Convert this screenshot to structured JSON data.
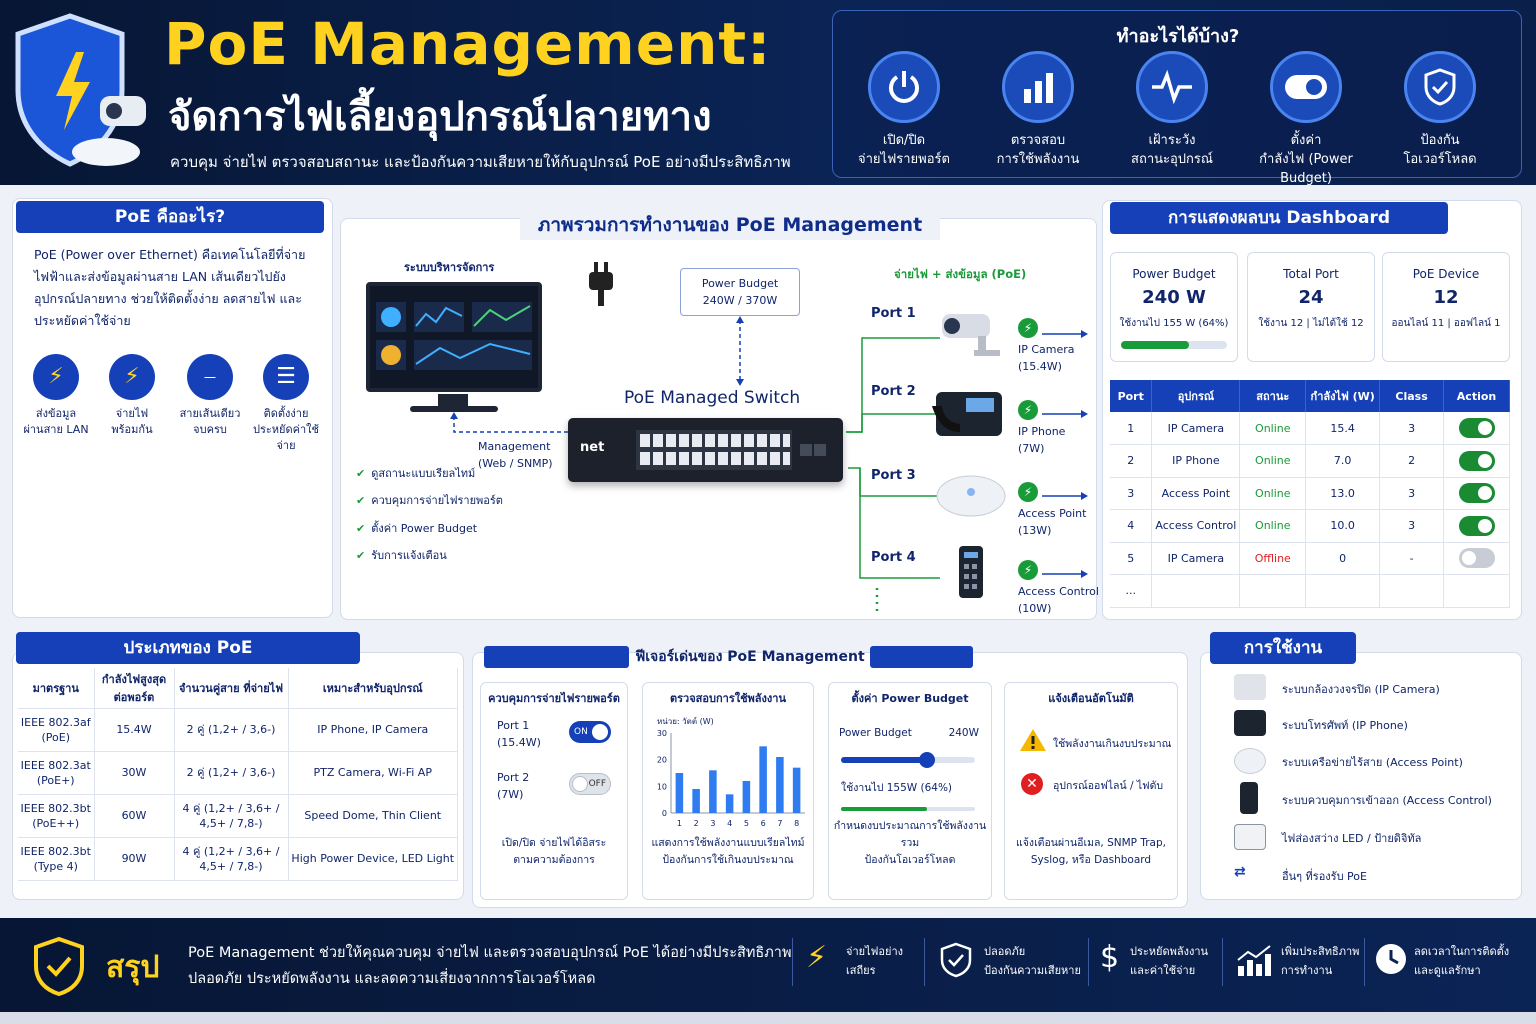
{
  "header": {
    "title": "PoE Management:",
    "subtitle": "จัดการไฟเลี้ยงอุปกรณ์ปลายทาง",
    "description": "ควบคุม จ่ายไฟ ตรวจสอบสถานะ และป้องกันความเสียหายให้กับอุปกรณ์ PoE อย่างมีประสิทธิภาพ",
    "capabilities_title": "ทำอะไรได้บ้าง?",
    "capabilities": [
      {
        "line1": "เปิด/ปิด",
        "line2": "จ่ายไฟรายพอร์ต",
        "icon": "power-icon"
      },
      {
        "line1": "ตรวจสอบ",
        "line2": "การใช้พลังงาน",
        "icon": "bar-chart-icon"
      },
      {
        "line1": "เฝ้าระวัง",
        "line2": "สถานะอุปกรณ์",
        "icon": "pulse-icon"
      },
      {
        "line1": "ตั้งค่า",
        "line2": "กำลังไฟ (Power Budget)",
        "icon": "toggle-icon"
      },
      {
        "line1": "ป้องกัน",
        "line2": "โอเวอร์โหลด",
        "icon": "shield-check-icon"
      }
    ]
  },
  "what": {
    "title": "PoE คืออะไร?",
    "text": "PoE (Power over Ethernet) คือเทคโนโลยีที่จ่ายไฟฟ้าและส่งข้อมูลผ่านสาย LAN เส้นเดียวไปยังอุปกรณ์ปลายทาง ช่วยให้ติดตั้งง่าย ลดสายไฟ และประหยัดค่าใช้จ่าย",
    "features": [
      {
        "line1": "ส่งข้อมูล",
        "line2": "ผ่านสาย LAN",
        "icon": "plug-icon"
      },
      {
        "line1": "จ่ายไฟ",
        "line2": "พร้อมกัน",
        "icon": "bolt-icon"
      },
      {
        "line1": "สายเส้นเดียว",
        "line2": "จบครบ",
        "icon": "cable-icon"
      },
      {
        "line1": "ติดตั้งง่าย",
        "line2": "ประหยัดค่าใช้จ่าย",
        "icon": "coins-icon"
      }
    ]
  },
  "overview": {
    "title": "ภาพรวมการทำงานของ PoE Management",
    "mgmt_system": "ระบบบริหารจัดการ",
    "power_budget_label": "Power Budget",
    "power_budget_value": "240W / 370W",
    "switch_label": "PoE Managed Switch",
    "switch_brand": "net",
    "management_label": "Management",
    "management_proto": "(Web / SNMP)",
    "supply_label": "จ่ายไฟ + ส่งข้อมูล (PoE)",
    "checks": [
      "ดูสถานะแบบเรียลไทม์",
      "ควบคุมการจ่ายไฟรายพอร์ต",
      "ตั้งค่า Power Budget",
      "รับการแจ้งเตือน"
    ],
    "ports": [
      {
        "port": "Port 1",
        "device": "IP Camera",
        "watt": "(15.4W)"
      },
      {
        "port": "Port 2",
        "device": "IP Phone",
        "watt": "(7W)"
      },
      {
        "port": "Port 3",
        "device": "Access Point",
        "watt": "(13W)"
      },
      {
        "port": "Port 4",
        "device": "Access Control",
        "watt": "(10W)"
      }
    ]
  },
  "dashboard": {
    "title": "การแสดงผลบน Dashboard",
    "cards": [
      {
        "title": "Power Budget",
        "value": "240 W",
        "sub": "ใช้งานไป 155 W (64%)",
        "progress": 64
      },
      {
        "title": "Total Port",
        "value": "24",
        "sub": "ใช้งาน 12 | ไม่ได้ใช้ 12"
      },
      {
        "title": "PoE Device",
        "value": "12",
        "sub": "ออนไลน์ 11 | ออฟไลน์ 1"
      }
    ],
    "columns": [
      "Port",
      "อุปกรณ์",
      "สถานะ",
      "กำลังไฟ (W)",
      "Class",
      "Action"
    ],
    "rows": [
      {
        "port": "1",
        "device": "IP Camera",
        "status": "Online",
        "watt": "15.4",
        "class": "3",
        "on": true
      },
      {
        "port": "2",
        "device": "IP Phone",
        "status": "Online",
        "watt": "7.0",
        "class": "2",
        "on": true
      },
      {
        "port": "3",
        "device": "Access Point",
        "status": "Online",
        "watt": "13.0",
        "class": "3",
        "on": true
      },
      {
        "port": "4",
        "device": "Access Control",
        "status": "Online",
        "watt": "10.0",
        "class": "3",
        "on": true
      },
      {
        "port": "5",
        "device": "IP Camera",
        "status": "Offline",
        "watt": "0",
        "class": "-",
        "on": false
      }
    ],
    "more": "..."
  },
  "types": {
    "title": "ประเภทของ PoE",
    "columns": [
      "มาตรฐาน",
      "กำลังไฟสูงสุด ต่อพอร์ต",
      "จำนวนคู่สาย ที่จ่ายไฟ",
      "เหมาะสำหรับอุปกรณ์"
    ],
    "rows": [
      {
        "std": "IEEE 802.3af",
        "name": "(PoE)",
        "power": "15.4W",
        "pairs": "2 คู่ (1,2+ / 3,6-)",
        "use": "IP Phone, IP Camera"
      },
      {
        "std": "IEEE 802.3at",
        "name": "(PoE+)",
        "power": "30W",
        "pairs": "2 คู่ (1,2+ / 3,6-)",
        "use": "PTZ Camera, Wi-Fi AP"
      },
      {
        "std": "IEEE 802.3bt",
        "name": "(PoE++)",
        "power": "60W",
        "pairs": "4 คู่ (1,2+ / 3,6+ / 4,5+ / 7,8-)",
        "use": "Speed Dome, Thin Client"
      },
      {
        "std": "IEEE 802.3bt",
        "name": "(Type 4)",
        "power": "90W",
        "pairs": "4 คู่ (1,2+ / 3,6+ / 4,5+ / 7,8-)",
        "use": "High Power Device, LED Light"
      }
    ]
  },
  "features": {
    "title": "ฟีเจอร์เด่นของ PoE Management",
    "control": {
      "title": "ควบคุมการจ่ายไฟรายพอร์ต",
      "port1": "Port 1",
      "port1w": "(15.4W)",
      "on_label": "ON",
      "port2": "Port 2",
      "port2w": "(7W)",
      "off_label": "OFF",
      "desc1": "เปิด/ปิด จ่ายไฟได้อิสระ",
      "desc2": "ตามความต้องการ"
    },
    "monitor": {
      "title": "ตรวจสอบการใช้พลังงาน",
      "unit": "หน่วย: วัตต์ (W)",
      "desc1": "แสดงการใช้พลังงานแบบเรียลไทม์",
      "desc2": "ป้องกันการใช้เกินงบประมาณ"
    },
    "budget": {
      "title": "ตั้งค่า Power Budget",
      "label": "Power Budget",
      "value": "240W",
      "used": "ใช้งานไป 155W (64%)",
      "slider": 64,
      "progress": 64,
      "desc1": "กำหนดงบประมาณการใช้พลังงานรวม",
      "desc2": "ป้องกันโอเวอร์โหลด"
    },
    "alert": {
      "title": "แจ้งเตือนอัตโนมัติ",
      "a1": "ใช้พลังงานเกินงบประมาณ",
      "a2": "อุปกรณ์ออฟไลน์ / ไฟดับ",
      "desc1": "แจ้งเตือนผ่านอีเมล, SNMP Trap,",
      "desc2": "Syslog, หรือ Dashboard"
    }
  },
  "chart_data": {
    "type": "bar",
    "categories": [
      "1",
      "2",
      "3",
      "4",
      "5",
      "6",
      "7",
      "8"
    ],
    "values": [
      15,
      9,
      16,
      7,
      12,
      25,
      21,
      17
    ],
    "yticks": [
      "0",
      "10",
      "20",
      "30"
    ],
    "ylim": [
      0,
      30
    ],
    "color": "#2f7cf0"
  },
  "usage": {
    "title": "การใช้งาน",
    "items": [
      {
        "label": "ระบบกล้องวงจรปิด (IP Camera)",
        "icon": "camera-icon"
      },
      {
        "label": "ระบบโทรศัพท์ (IP Phone)",
        "icon": "phone-icon"
      },
      {
        "label": "ระบบเครือข่ายไร้สาย (Access Point)",
        "icon": "access-point-icon"
      },
      {
        "label": "ระบบควบคุมการเข้าออก (Access Control)",
        "icon": "keypad-icon"
      },
      {
        "label": "ไฟส่องสว่าง LED / ป้ายดิจิทัล",
        "icon": "led-sign-icon"
      },
      {
        "label": "อื่นๆ ที่รองรับ PoE",
        "icon": "network-icon"
      }
    ]
  },
  "footer": {
    "title": "สรุป",
    "text1": "PoE Management ช่วยให้คุณควบคุม จ่ายไฟ และตรวจสอบอุปกรณ์ PoE ได้อย่างมีประสิทธิภาพ",
    "text2": "ปลอดภัย ประหยัดพลังงาน และลดความเสี่ยงจากการโอเวอร์โหลด",
    "items": [
      {
        "line1": "จ่ายไฟอย่าง",
        "line2": "เสถียร",
        "icon": "bolt-icon"
      },
      {
        "line1": "ปลอดภัย",
        "line2": "ป้องกันความเสียหาย",
        "icon": "shield-check-icon"
      },
      {
        "line1": "ประหยัดพลังงาน",
        "line2": "และค่าใช้จ่าย",
        "icon": "dollar-icon"
      },
      {
        "line1": "เพิ่มประสิทธิภาพ",
        "line2": "การทำงาน",
        "icon": "growth-chart-icon"
      },
      {
        "line1": "ลดเวลาในการติดตั้ง",
        "line2": "และดูแลรักษา",
        "icon": "clock-icon"
      }
    ]
  }
}
